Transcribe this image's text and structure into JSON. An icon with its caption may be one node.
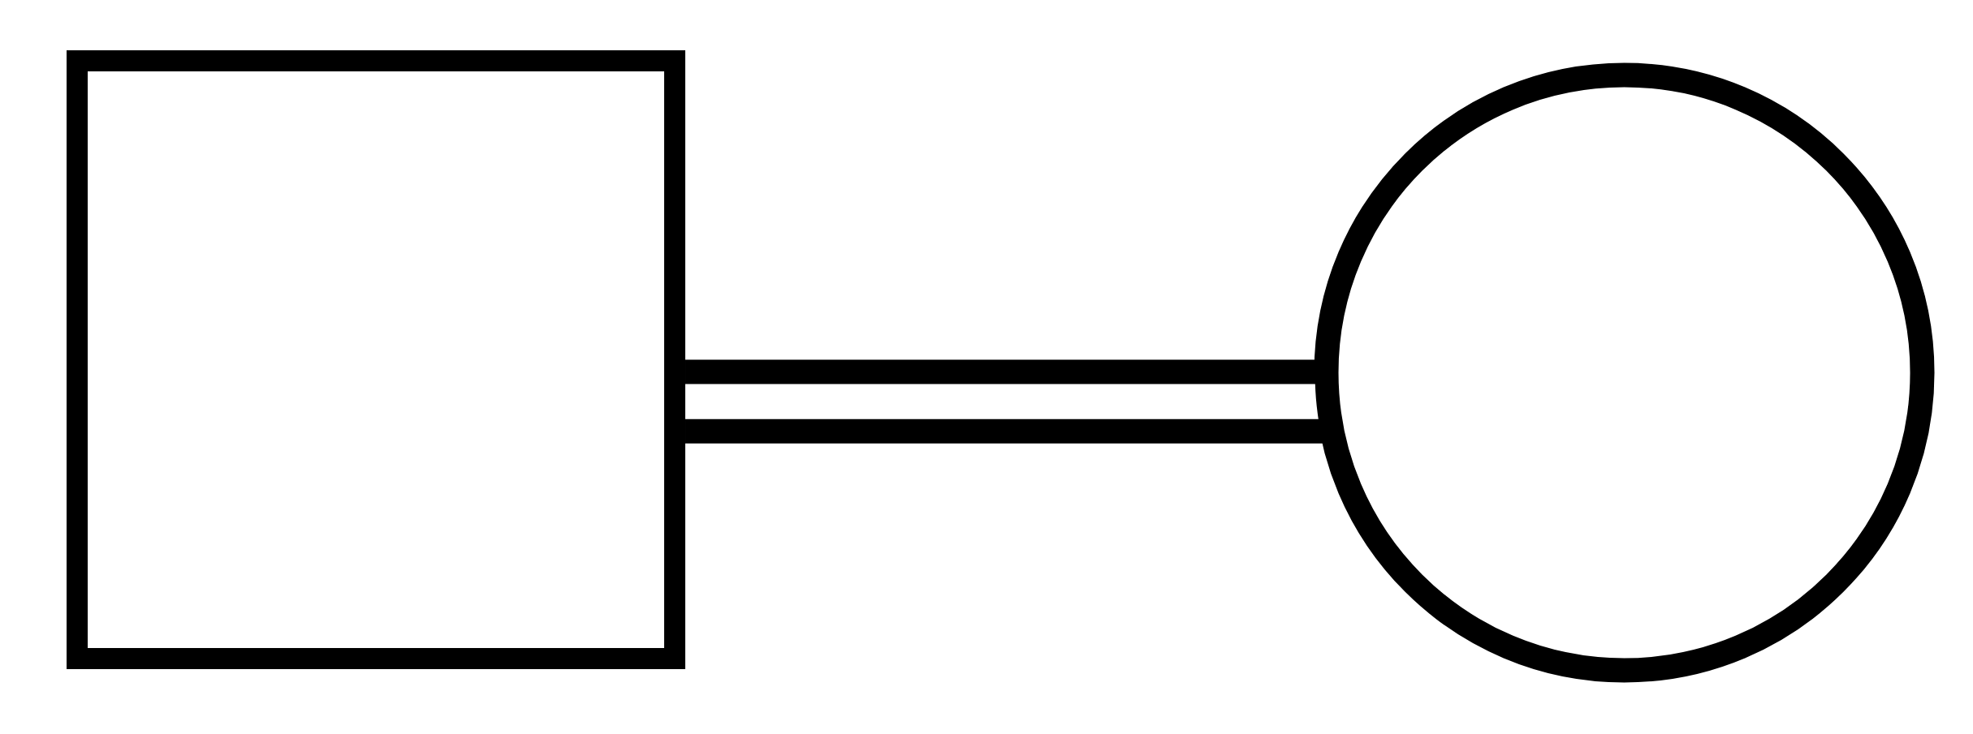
{
  "diagram": {
    "nodes": [
      {
        "text": [],
        "shape": "box"
      },
      {
        "text": [],
        "shape": "circle"
      }
    ],
    "edges": [
      {
        "from": 0,
        "to": 1,
        "arrow": "none"
      }
    ]
  }
}
